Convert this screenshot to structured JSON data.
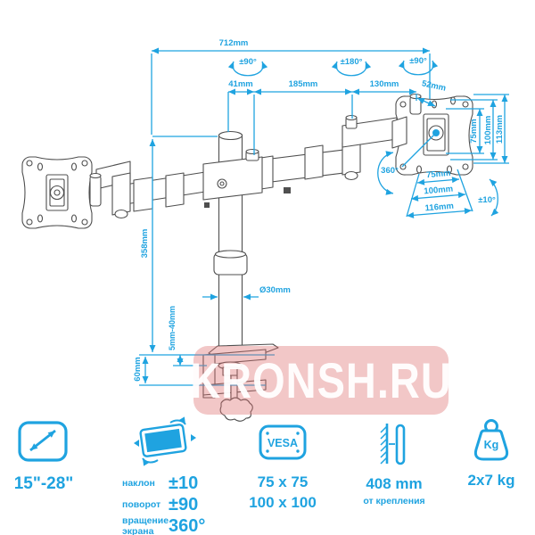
{
  "colors": {
    "accent": "#1FA3E0",
    "drawing": "#4F4F4F",
    "watermark_bg": "#F1C9C9",
    "watermark_text": "#FFFFFF"
  },
  "watermark": {
    "text": "KRONSH.RU"
  },
  "diagram": {
    "total_width": "712mm",
    "rotation_left": "±90°",
    "rotation_center": "±180°",
    "rotation_right": "±90°",
    "offset_41": "41mm",
    "arm_185": "185mm",
    "arm_130": "130mm",
    "offset_52": "52mm",
    "pole_height": "358mm",
    "pole_diameter": "Ø30mm",
    "clamp_grip": "5mm-40mm",
    "clamp_height": "60mm",
    "vesa_v75": "75mm",
    "vesa_v100": "100mm",
    "plate_h113": "113mm",
    "vesa_h75": "75mm",
    "vesa_h100": "100mm",
    "plate_w116": "116mm",
    "swivel": "360°",
    "tilt": "±10°"
  },
  "specs": {
    "screen_size": {
      "value": "15\"-28\""
    },
    "motion": {
      "tilt_label": "наклон",
      "tilt_value": "±10",
      "swivel_label": "поворот",
      "swivel_value": "±90",
      "rotate_label_1": "вращение",
      "rotate_label_2": "экрана",
      "rotate_value": "360°"
    },
    "vesa": {
      "badge": "VESA",
      "line1": "75 x 75",
      "line2": "100 x 100"
    },
    "height": {
      "value": "408 mm",
      "caption": "от крепления"
    },
    "weight": {
      "badge": "Kg",
      "value": "2x7 kg"
    }
  }
}
